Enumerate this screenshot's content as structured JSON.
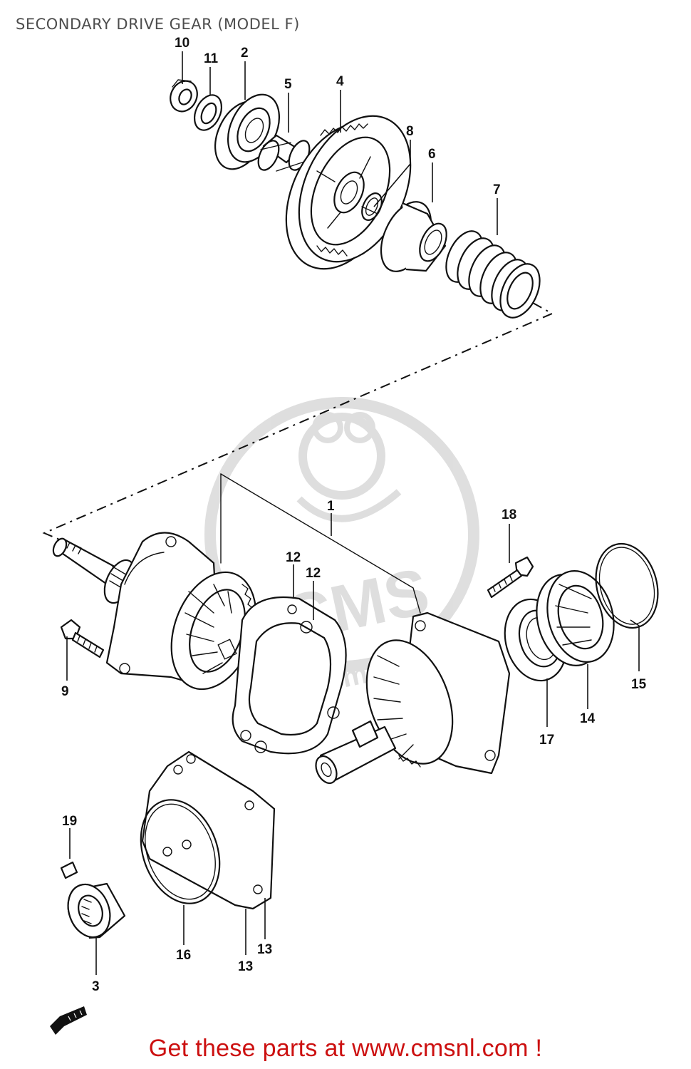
{
  "title": "SECONDARY DRIVE GEAR (MODEL F)",
  "footer": "Get these parts at www.cmsnl.com !",
  "watermark": {
    "logo_text": "CMS",
    "url_text": "www.cmsnl.com",
    "color": "#bdbdbd"
  },
  "accent_color": "#cc1010",
  "callouts": {
    "c10": "10",
    "c11": "11",
    "c2": "2",
    "c5": "5",
    "c4": "4",
    "c8": "8",
    "c6": "6",
    "c7": "7",
    "c1": "1",
    "c18": "18",
    "c12a": "12",
    "c12b": "12",
    "c9": "9",
    "c15": "15",
    "c14": "14",
    "c17": "17",
    "c19": "19",
    "c3": "3",
    "c16": "16",
    "c13a": "13",
    "c13b": "13"
  }
}
